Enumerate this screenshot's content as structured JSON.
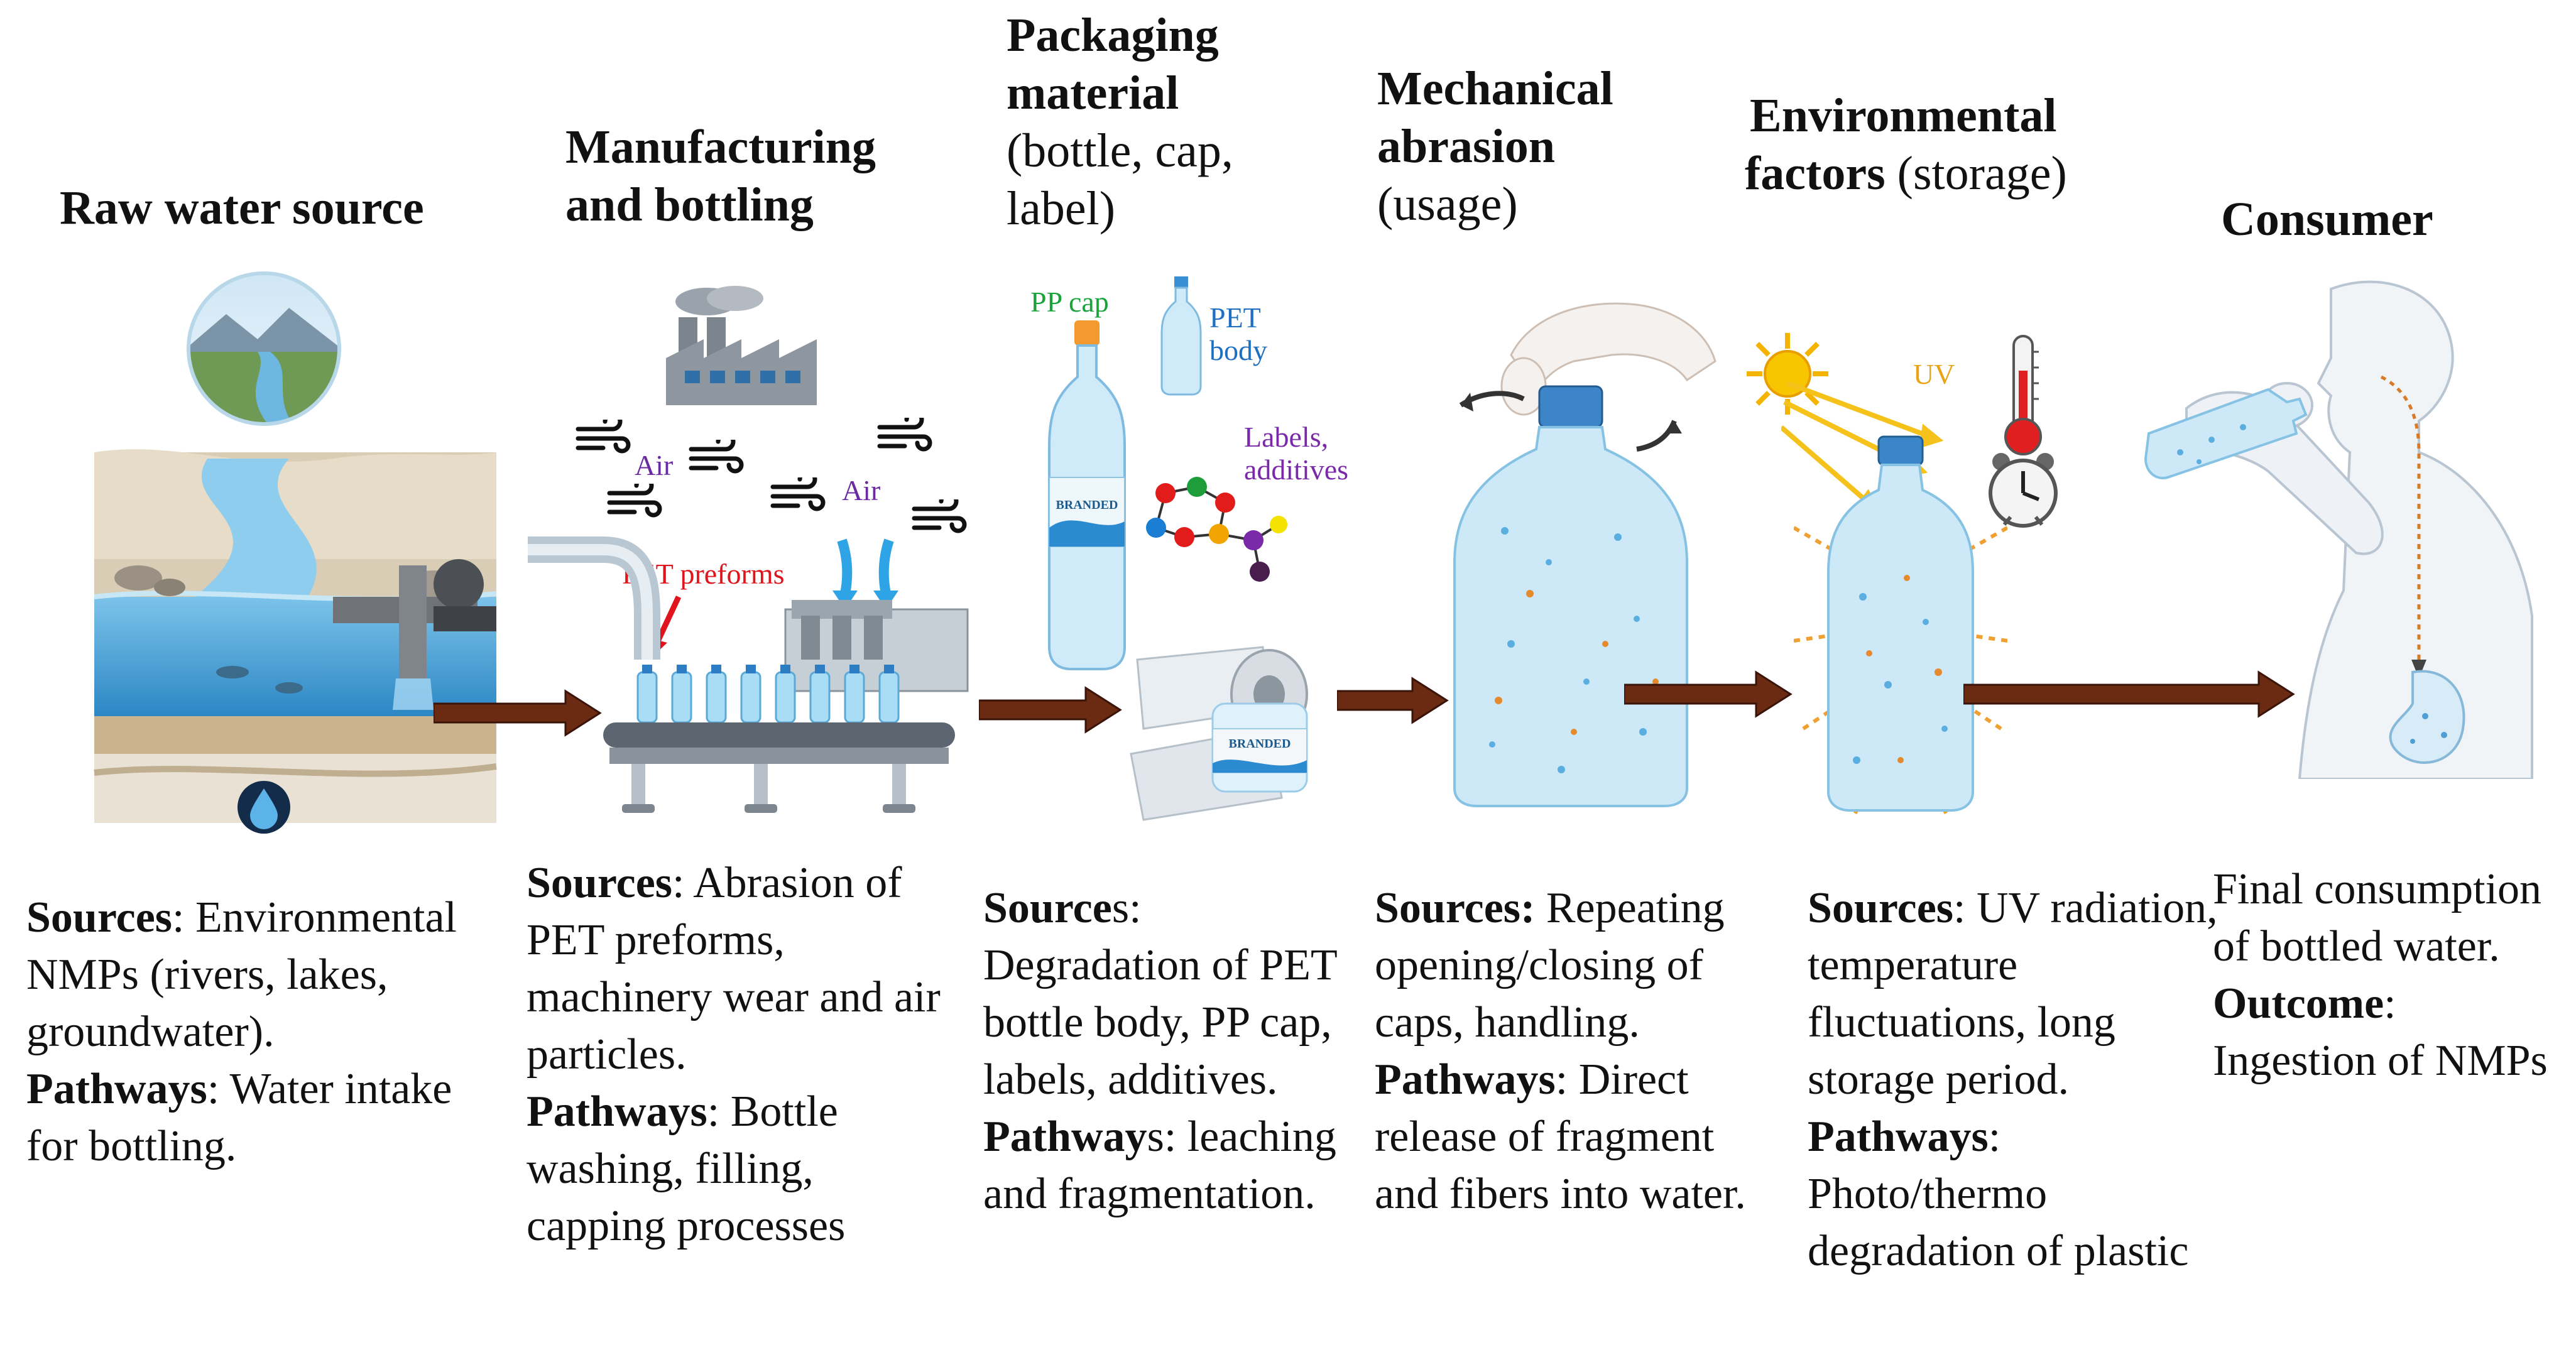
{
  "stages": [
    {
      "title": "Raw water source",
      "description": {
        "sources_label": "Sources",
        "sources_text": ": Environmental NMPs (rivers, lakes, groundwater).",
        "pathways_label": "Pathways",
        "pathways_text": ": Water intake for bottling."
      }
    },
    {
      "title_line1": "Manufacturing",
      "title_line2": "and bottling",
      "labels": {
        "air_1": "Air",
        "air_2": "Air",
        "pet_preforms": "PET preforms"
      },
      "description": {
        "sources_label": "Sources",
        "sources_text": ": Abrasion of PET preforms, machinery wear and air particles.",
        "pathways_label": "Pathways",
        "pathways_text": ": Bottle washing, filling, capping processes"
      }
    },
    {
      "title_line1": "Packaging",
      "title_line2": "material",
      "subtitle_line1": "(bottle, cap,",
      "subtitle_line2": "label)",
      "labels": {
        "pp_cap": "PP cap",
        "pet_body_1": "PET",
        "pet_body_2": "body",
        "labels_1": "Labels,",
        "labels_2": "additives",
        "branded_1": "BRANDED",
        "branded_2": "BRANDED"
      },
      "description": {
        "sources_label": "Source",
        "sources_suffix": "s",
        "sources_text": ": Degradation of PET bottle body, PP cap, labels, additives.",
        "pathways_label": "Pathway",
        "pathways_suffix": "s",
        "pathways_text": ": leaching and fragmentation."
      }
    },
    {
      "title_line1": "Mechanical",
      "title_line2": "abrasion",
      "subtitle": "(usage)",
      "description": {
        "sources_label": "Sources:",
        "sources_text": " Repeating opening/closing of caps, handling.",
        "pathways_label": "Pathways",
        "pathways_text": ": Direct release of fragment and fibers into water."
      }
    },
    {
      "title_line1": "Environmental",
      "title_line2": "factors",
      "subtitle": " (storage)",
      "labels": {
        "uv": "UV"
      },
      "description": {
        "sources_label": "Sources",
        "sources_text": ": UV radiation, temperature fluctuations, long storage period.",
        "pathways_label": "Pathways",
        "pathways_text": ": Photo/thermo degradation of plastic"
      }
    },
    {
      "title": "Consumer",
      "description": {
        "intro_text": "Final consumption of bottled water.",
        "outcome_label": "Outcome",
        "outcome_text": ": Ingestion of NMPs"
      }
    }
  ],
  "colors": {
    "arrow_brown": "#6b2a12",
    "water_blue": "#4aa3d8",
    "pp_cap_green": "#1aa33a",
    "pet_blue": "#1f6fc2",
    "labels_purple": "#7a2aa8",
    "pet_preforms_red": "#e0141c",
    "air_purple": "#6a2aa0",
    "uv_orange": "#e8a317"
  },
  "icons": [
    "river-scene-icon",
    "faucet-icon",
    "water-drop-badge-icon",
    "factory-icon",
    "wind-icon",
    "conveyor-belt-icon",
    "bottle-icon",
    "molecule-icon",
    "label-roll-icon",
    "hand-twist-cap-icon",
    "sun-icon",
    "thermometer-icon",
    "clock-icon",
    "person-drinking-icon"
  ]
}
